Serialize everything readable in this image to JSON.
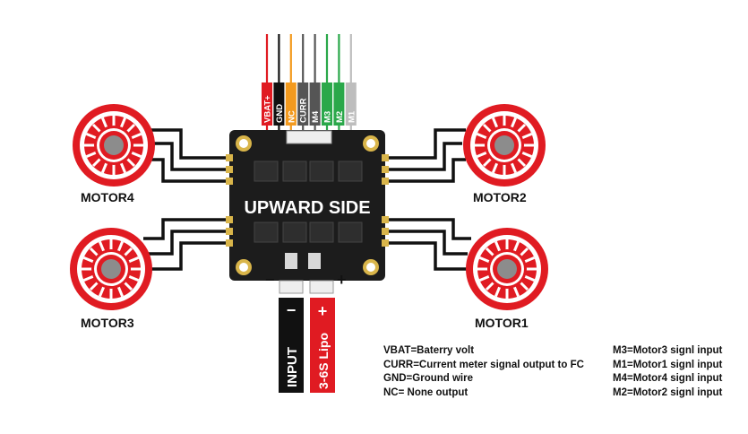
{
  "colors": {
    "motor_red": "#e01b22",
    "motor_dark_red": "#b5121a",
    "motor_hub": "#8c8c8c",
    "board": "#1c1c1c",
    "wire_red": "#e01b22",
    "wire_black": "#111111",
    "wire_orange": "#f39a1e",
    "wire_dark_gray": "#555555",
    "wire_green": "#2aa84a",
    "wire_light_gray": "#bdbdbd"
  },
  "signal_wires": [
    {
      "label": "VBAT+",
      "color": "#e01b22"
    },
    {
      "label": "GND",
      "color": "#111111"
    },
    {
      "label": "NC",
      "color": "#f39a1e"
    },
    {
      "label": "CURR",
      "color": "#555555"
    },
    {
      "label": "M4",
      "color": "#555555"
    },
    {
      "label": "M3",
      "color": "#2aa84a"
    },
    {
      "label": "M2",
      "color": "#2aa84a"
    },
    {
      "label": "M1",
      "color": "#bdbdbd"
    }
  ],
  "motors": {
    "motor4": "MOTOR4",
    "motor2": "MOTOR2",
    "motor3": "MOTOR3",
    "motor1": "MOTOR1"
  },
  "board": {
    "title": "UPWARD SIDE",
    "minus_sign": "−",
    "plus_sign": "+"
  },
  "power_leads": {
    "input_label": "INPUT",
    "input_sign": "−",
    "lipo_label": "3-6S Lipo",
    "lipo_sign": "+"
  },
  "legend_left": [
    "VBAT=Baterry volt",
    "CURR=Current meter signal output to FC",
    "GND=Ground wire",
    "NC= None output"
  ],
  "legend_right": [
    "M3=Motor3 signl input",
    "M1=Motor1 signl input",
    "M4=Motor4 signl input",
    "M2=Motor2 signl input"
  ]
}
